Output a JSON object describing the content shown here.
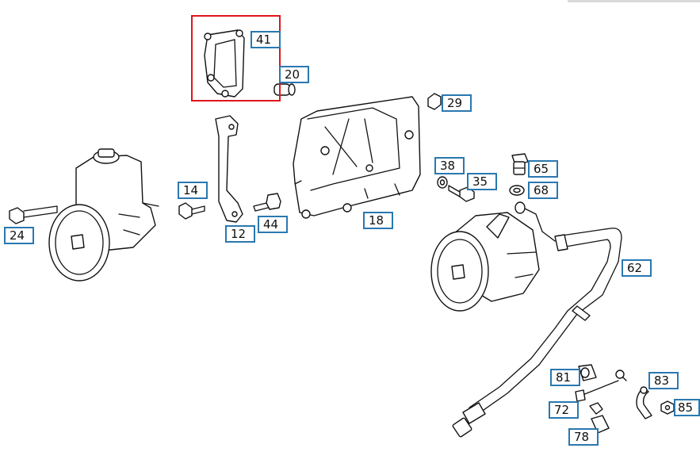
{
  "diagram": {
    "highlighted_part": "41",
    "colors": {
      "callout_border": "#2a78b0",
      "highlight_border": "#e0151b",
      "line": "#111111"
    },
    "callouts": [
      {
        "id": "41",
        "label": "41"
      },
      {
        "id": "20",
        "label": "20"
      },
      {
        "id": "29",
        "label": "29"
      },
      {
        "id": "14",
        "label": "14"
      },
      {
        "id": "24",
        "label": "24"
      },
      {
        "id": "12",
        "label": "12"
      },
      {
        "id": "44",
        "label": "44"
      },
      {
        "id": "18",
        "label": "18"
      },
      {
        "id": "38",
        "label": "38"
      },
      {
        "id": "35",
        "label": "35"
      },
      {
        "id": "65",
        "label": "65"
      },
      {
        "id": "68",
        "label": "68"
      },
      {
        "id": "62",
        "label": "62"
      },
      {
        "id": "81",
        "label": "81"
      },
      {
        "id": "72",
        "label": "72"
      },
      {
        "id": "78",
        "label": "78"
      },
      {
        "id": "83",
        "label": "83"
      },
      {
        "id": "85",
        "label": "85"
      }
    ]
  }
}
